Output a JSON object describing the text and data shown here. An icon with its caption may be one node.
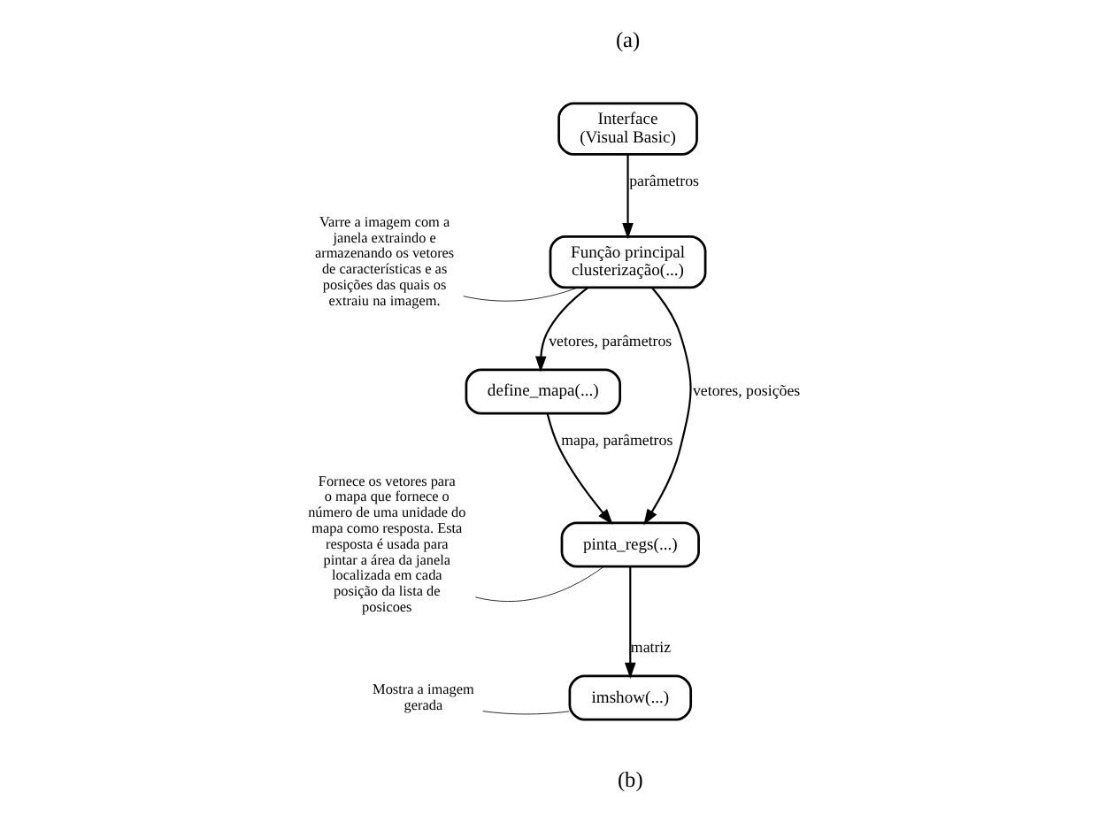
{
  "diagram": {
    "nodes": [
      {
        "text": [
          "Interface (Visual Basic)"
        ]
      },
      {
        "text": [
          "Função principal clusterização(...)"
        ]
      },
      {
        "text": [
          "define_mapa(...)"
        ]
      },
      {
        "text": [
          "pinta_regs(...)"
        ]
      },
      {
        "text": [
          "imshow(...)"
        ]
      },
      {
        "text": [
          "Varre a imagem com a janela extraindo e armazenando os vetores de características e as posições das quais os extraiu na imagem."
        ]
      },
      {
        "text": [
          "Fornece os vetores para o mapa que fornece o número de uma unidade do mapa como resposta. Esta resposta é usada para pintar a área da janela localizada em cada posição da lista de posicoes"
        ]
      },
      {
        "text": [
          "Mostra a imagem gerada"
        ]
      }
    ],
    "edges": [
      {
        "from": 0,
        "to": 1,
        "arrow": "to",
        "label": "parâmetros"
      },
      {
        "from": 1,
        "to": 2,
        "arrow": "to",
        "label": "vetores, parâmetros"
      },
      {
        "from": 2,
        "to": 3,
        "arrow": "to",
        "label": "mapa, parâmetros"
      },
      {
        "from": 1,
        "to": 3,
        "arrow": "to",
        "label": "vetores, posições"
      },
      {
        "from": 3,
        "to": 4,
        "arrow": "to",
        "label": "matriz"
      },
      {
        "from": 5,
        "to": 1,
        "arrow": "none"
      },
      {
        "from": 6,
        "to": 3,
        "arrow": "none"
      },
      {
        "from": 7,
        "to": 4,
        "arrow": "none"
      }
    ],
    "labels": [
      "(a)",
      "(b)"
    ]
  }
}
